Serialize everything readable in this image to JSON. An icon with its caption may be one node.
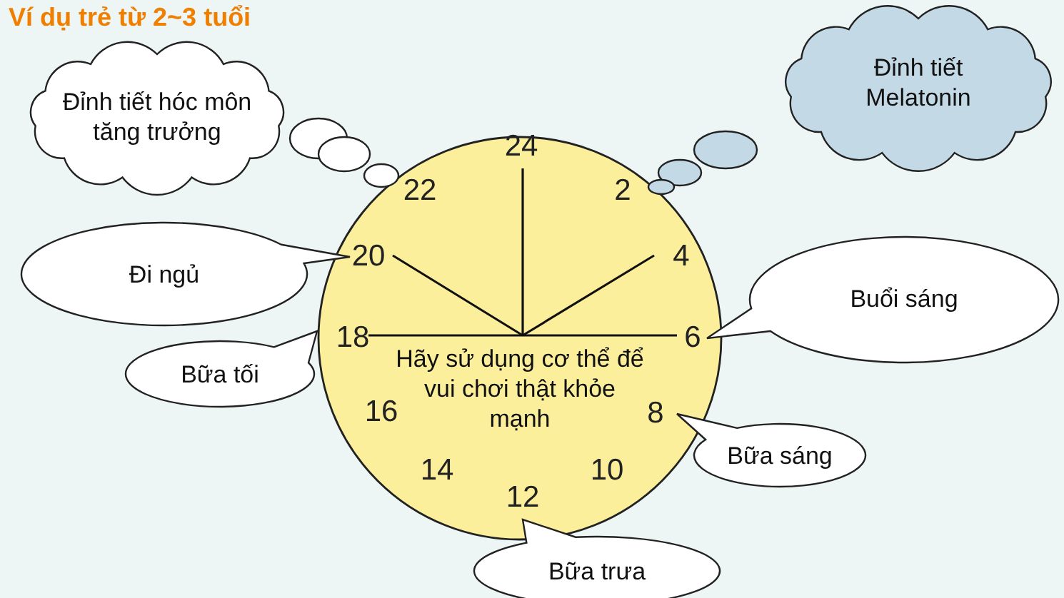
{
  "diagram": {
    "title": "Ví dụ trẻ từ 2~3 tuổi",
    "nodes": [
      {
        "text": [
          "Hãy sử dụng cơ thể để vui chơi thật khỏe mạnh"
        ]
      },
      {
        "text": [
          "Đỉnh tiết hóc môn tăng trưởng"
        ]
      },
      {
        "text": [
          "Đỉnh tiết Melatonin"
        ]
      },
      {
        "text": [
          "Đi ngủ"
        ]
      },
      {
        "text": [
          "Buổi sáng"
        ]
      },
      {
        "text": [
          "Bữa tối"
        ]
      },
      {
        "text": [
          "Bữa sáng"
        ]
      },
      {
        "text": [
          "Bữa trưa"
        ]
      }
    ],
    "labels": [
      "24",
      "22",
      "2",
      "20",
      "4",
      "18",
      "6",
      "16",
      "8",
      "14",
      "10",
      "12"
    ]
  }
}
